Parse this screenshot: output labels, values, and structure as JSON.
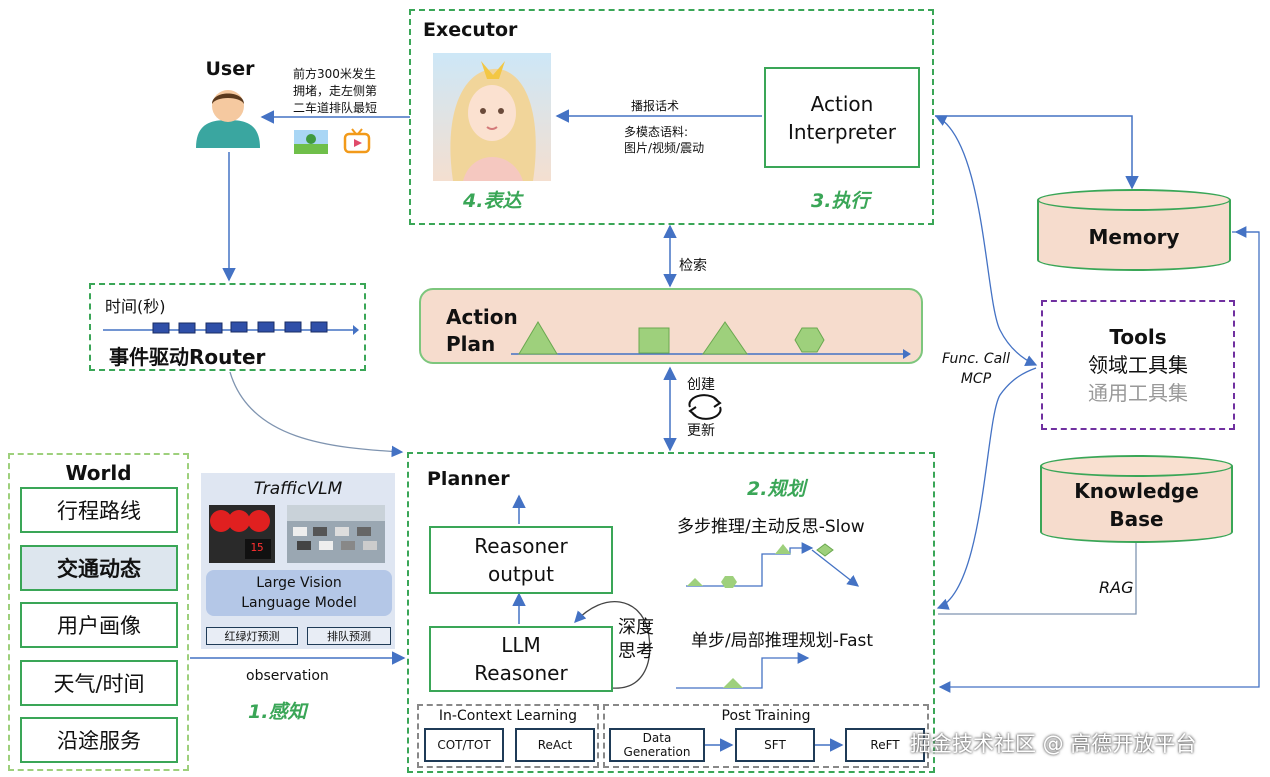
{
  "user": {
    "label": "User",
    "message": [
      "前方300米发生",
      "拥堵，走左侧第",
      "二车道排队最短"
    ]
  },
  "executor": {
    "title": "Executor",
    "interpreter": [
      "Action",
      "Interpreter"
    ],
    "broadcast": "播报话术",
    "multimodal": [
      "多模态语料:",
      "图片/视频/震动"
    ],
    "stage_express": "4.表达",
    "stage_execute": "3.执行"
  },
  "memory": {
    "label": "Memory"
  },
  "retrieve": "检索",
  "router": {
    "time": "时间(秒)",
    "label": "事件驱动Router"
  },
  "action_plan": {
    "label": [
      "Action",
      "Plan"
    ]
  },
  "create_update": [
    "创建",
    "更新"
  ],
  "func_call": [
    "Func. Call",
    "MCP"
  ],
  "tools": {
    "title": "Tools",
    "domain": "领域工具集",
    "general": "通用工具集"
  },
  "knowledge": {
    "label": [
      "Knowledge",
      "Base"
    ]
  },
  "rag": "RAG",
  "world": {
    "title": "World",
    "items": [
      "行程路线",
      "交通动态",
      "用户画像",
      "天气/时间",
      "沿途服务"
    ]
  },
  "vlm": {
    "title": "TrafficVLM",
    "model": [
      "Large Vision",
      "Language Model"
    ],
    "light_number": "15",
    "tag1": "红绿灯预测",
    "tag2": "排队预测"
  },
  "observation": "observation",
  "stage_perceive": "1.感知",
  "planner": {
    "title": "Planner",
    "stage": "2.规划",
    "reasoner_output": [
      "Reasoner",
      "output"
    ],
    "llm": [
      "LLM",
      "Reasoner"
    ],
    "deep_think": [
      "深度",
      "思考"
    ],
    "slow": "多步推理/主动反思-Slow",
    "fast": "单步/局部推理规划-Fast",
    "icl": {
      "title": "In-Context Learning",
      "items": [
        "COT/TOT",
        "ReAct"
      ]
    },
    "post": {
      "title": "Post Training",
      "items": [
        "Data Generation",
        "SFT",
        "ReFT"
      ]
    }
  },
  "watermark": "掘金技术社区 @ 高德开放平台",
  "colors": {
    "green": "#3aa657",
    "blue": "#4472c4",
    "peach": "#f6dccd",
    "purple": "#7030a0"
  }
}
